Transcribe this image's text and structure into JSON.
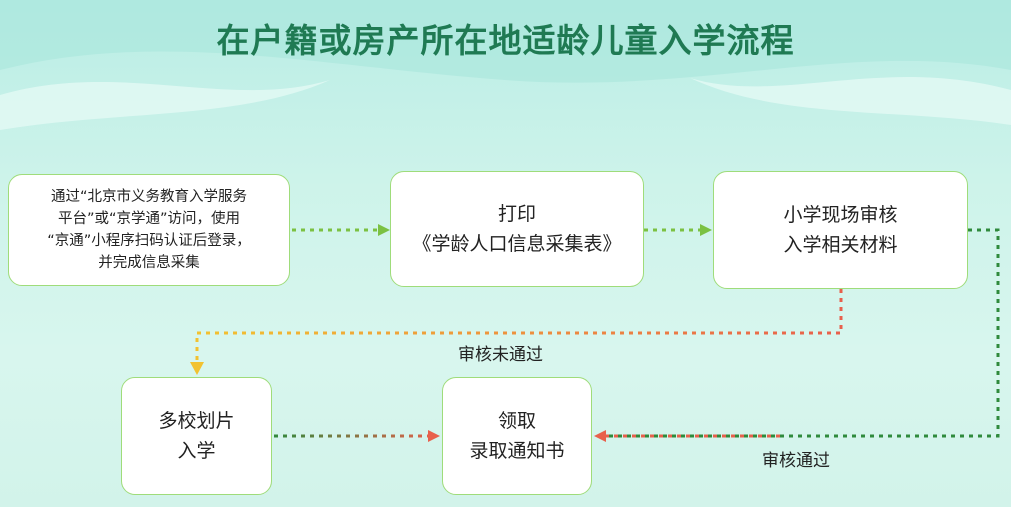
{
  "title": "在户籍或房产所在地适龄儿童入学流程",
  "steps": {
    "scan": {
      "lines": [
        "通过“北京市义务教育入学服务",
        "平台”或“京学通”访问，使用",
        "“京通”小程序扫码认证后登录，",
        "并完成信息采集"
      ]
    },
    "print": {
      "lines": [
        "打印",
        "《学龄人口信息采集表》"
      ]
    },
    "review": {
      "lines": [
        "小学现场审核",
        "入学相关材料"
      ]
    },
    "multi_school": {
      "lines": [
        "多校划片",
        "入学"
      ]
    },
    "receive": {
      "lines": [
        "领取",
        "录取通知书"
      ]
    }
  },
  "edges": {
    "fail_label": "审核未通过",
    "pass_label": "审核通过"
  },
  "colors": {
    "title": "#1f7a53",
    "box_border": "#9fdc7a",
    "arrow_green": "#7bc142",
    "arrow_red": "#e8604c",
    "arrow_yellow": "#f2c230",
    "arrow_dark_green": "#2f8a3c"
  }
}
